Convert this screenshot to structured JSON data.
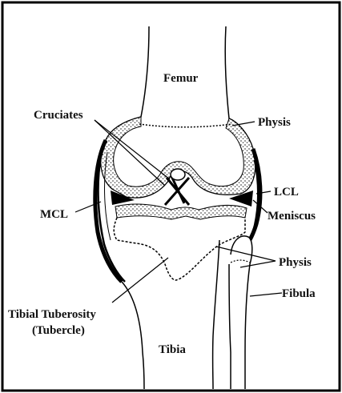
{
  "labels": {
    "femur": "Femur",
    "cruciates": "Cruciates",
    "physis_upper": "Physis",
    "lcl": "LCL",
    "mcl": "MCL",
    "meniscus": "Meniscus",
    "physis_lower": "Physis",
    "fibula": "Fibula",
    "tibial_tuberosity": "Tibial Tuberosity",
    "tubercle": "(Tubercle)",
    "tibia": "Tibia"
  }
}
